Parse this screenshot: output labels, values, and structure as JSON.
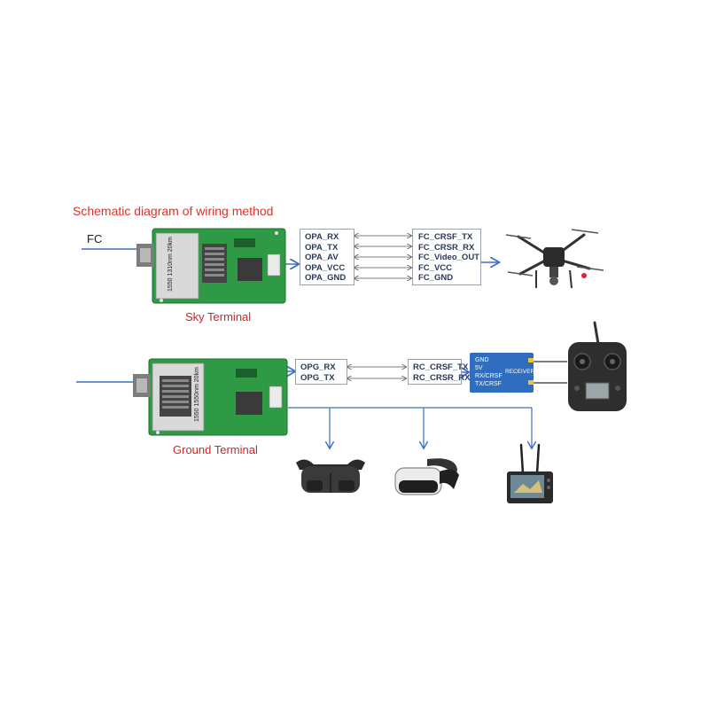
{
  "title": "Schematic diagram of wiring method",
  "fc_label": "FC",
  "sky": {
    "label": "Sky Terminal",
    "module_text": "1550 1310nm 20km",
    "left_pins": [
      "OPA_RX",
      "OPA_TX",
      "OPA_AV",
      "OPA_VCC",
      "OPA_GND"
    ],
    "right_pins": [
      "FC_CRSF_TX",
      "FC_CRSR_RX",
      "FC_Video_OUT",
      "FC_VCC",
      "FC_GND"
    ]
  },
  "ground": {
    "label": "Ground Terminal",
    "module_text": "1550 1550nm 20km",
    "left_pins": [
      "OPG_RX",
      "OPG_TX"
    ],
    "right_pins": [
      "RC_CRSF_TX",
      "RC_CRSR_RX"
    ]
  },
  "receiver": {
    "pins": [
      "GND",
      "5V",
      "RX/CRSF",
      "TX/CRSF"
    ],
    "label": "RECEIVER"
  },
  "colors": {
    "title": "#e0302a",
    "wire": "#3a6fc4",
    "pcb": "#2f9a45",
    "receiver": "#2f6dc0"
  }
}
